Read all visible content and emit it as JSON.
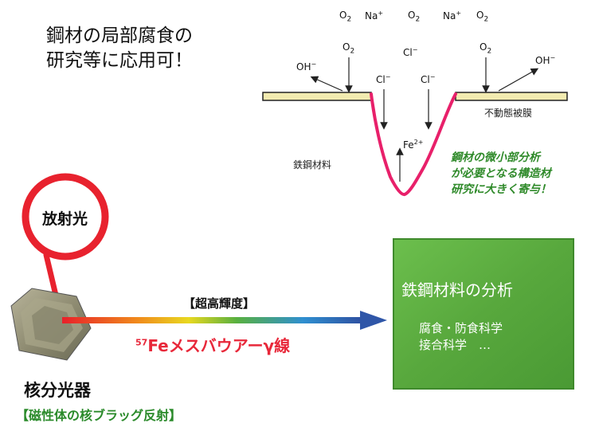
{
  "headline": {
    "line1": "鋼材の局部腐食の",
    "line2": "研究等に応用可！"
  },
  "corrosion": {
    "top_o2_1": "O",
    "top_na_1": "Na",
    "top_o2_2": "O",
    "top_na_2": "Na",
    "top_o2_3": "O",
    "o2_left": "O",
    "o2_right": "O",
    "oh_left": "OH",
    "oh_right": "OH",
    "cl_center": "Cl",
    "cl_left": "Cl",
    "cl_right": "Cl",
    "fe": "Fe",
    "o_sub": "2",
    "na_sup": "+",
    "cl_sup": "−",
    "oh_sup": "−",
    "fe_sup": "2+",
    "passive_film": "不動態被膜",
    "steel_material": "鉄鋼材料"
  },
  "note": {
    "line1": "鋼材の微小部分析",
    "line2": "が必要となる構造材",
    "line3": "研究に大きく寄与！"
  },
  "radiation_label": "放射光",
  "brightness_label": "【超高輝度】",
  "effect_label": {
    "iso": "57",
    "text": "Feメスバウアーγ線"
  },
  "monochromator": {
    "name": "核分光器",
    "desc": "【磁性体の核ブラッグ反射】"
  },
  "result_box": {
    "title": "鉄鋼材料の分析",
    "line1": "腐食・防食科学",
    "line2": "接合科学　…"
  },
  "colors": {
    "pit_red": "#e8206a",
    "plate": "#f2ebb0",
    "box_green": "#5fb043",
    "note_green": "#2f8a2a",
    "bubble_red": "#e8222e",
    "arrow_blue": "#2f56a8"
  }
}
